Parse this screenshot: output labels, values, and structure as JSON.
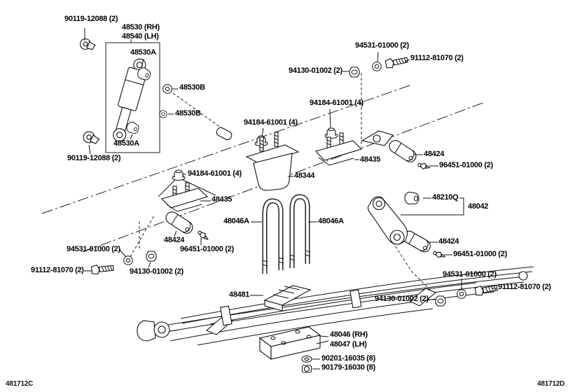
{
  "diagram": {
    "type": "suspension-parts-diagram",
    "corner_code_left": "481712C",
    "corner_code_right": "481712D"
  },
  "labels": [
    {
      "text": "90119-12088 (2)"
    },
    {
      "text": "48530 (RH)"
    },
    {
      "text": "48540 (LH)"
    },
    {
      "text": "48530A"
    },
    {
      "text": "48530B"
    },
    {
      "text": "48530B"
    },
    {
      "text": "48530A"
    },
    {
      "text": "90119-12088 (2)"
    },
    {
      "text": "94130-01002 (2)"
    },
    {
      "text": "94531-01000 (2)"
    },
    {
      "text": "91112-81070 (2)"
    },
    {
      "text": "94184-61001 (4)"
    },
    {
      "text": "94184-61001 (4)"
    },
    {
      "text": "94184-61001 (4)"
    },
    {
      "text": "48344"
    },
    {
      "text": "48435"
    },
    {
      "text": "48435"
    },
    {
      "text": "48424"
    },
    {
      "text": "96451-01000 (2)"
    },
    {
      "text": "48210Q"
    },
    {
      "text": "48042"
    },
    {
      "text": "48046A"
    },
    {
      "text": "48046A"
    },
    {
      "text": "48424"
    },
    {
      "text": "96451-01000 (2)"
    },
    {
      "text": "94531-01000 (2)"
    },
    {
      "text": "94130-01002 (2)"
    },
    {
      "text": "91112-81070 (2)"
    },
    {
      "text": "48424"
    },
    {
      "text": "96451-01000 (2)"
    },
    {
      "text": "94531-01000 (2)"
    },
    {
      "text": "91112-81070 (2)"
    },
    {
      "text": "94130-01002 (2)"
    },
    {
      "text": "48481"
    },
    {
      "text": "48046 (RH)"
    },
    {
      "text": "48047 (LH)"
    },
    {
      "text": "90201-16035 (8)"
    },
    {
      "text": "90179-16030 (8)"
    }
  ]
}
